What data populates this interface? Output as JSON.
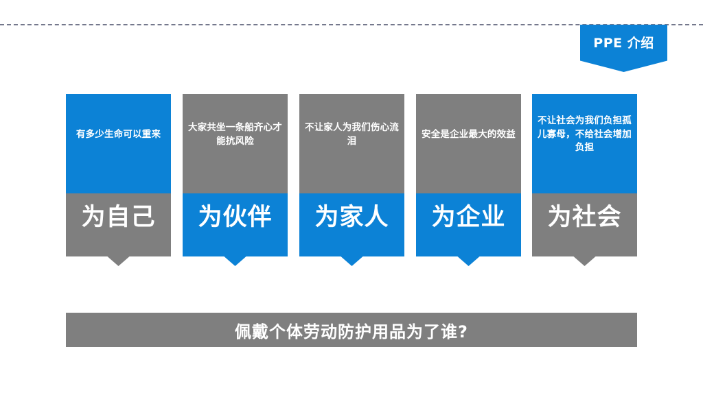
{
  "slide": {
    "background_color": "#ffffff",
    "accent_blue": "#0c82d6",
    "accent_gray": "#7f7f7f",
    "divider_color": "#74788c"
  },
  "ribbon": {
    "label": "PPE 介绍",
    "color": "#0c82d6"
  },
  "cards": [
    {
      "slogan": "有多少生命可以重来",
      "label": "为自己",
      "top_color": "#0c82d6",
      "bottom_color": "#7f7f7f"
    },
    {
      "slogan": "大家共坐一条船齐心才能抗风险",
      "label": "为伙伴",
      "top_color": "#7f7f7f",
      "bottom_color": "#0c82d6"
    },
    {
      "slogan": "不让家人为我们伤心流泪",
      "label": "为家人",
      "top_color": "#7f7f7f",
      "bottom_color": "#0c82d6"
    },
    {
      "slogan": "安全是企业最大的效益",
      "label": "为企业",
      "top_color": "#7f7f7f",
      "bottom_color": "#0c82d6"
    },
    {
      "slogan": "不让社会为我们负担孤儿寡母，不给社会增加负担",
      "label": "为社会",
      "top_color": "#0c82d6",
      "bottom_color": "#7f7f7f"
    }
  ],
  "footer": {
    "text": "佩戴个体劳动防护用品为了谁?",
    "color": "#7f7f7f"
  }
}
